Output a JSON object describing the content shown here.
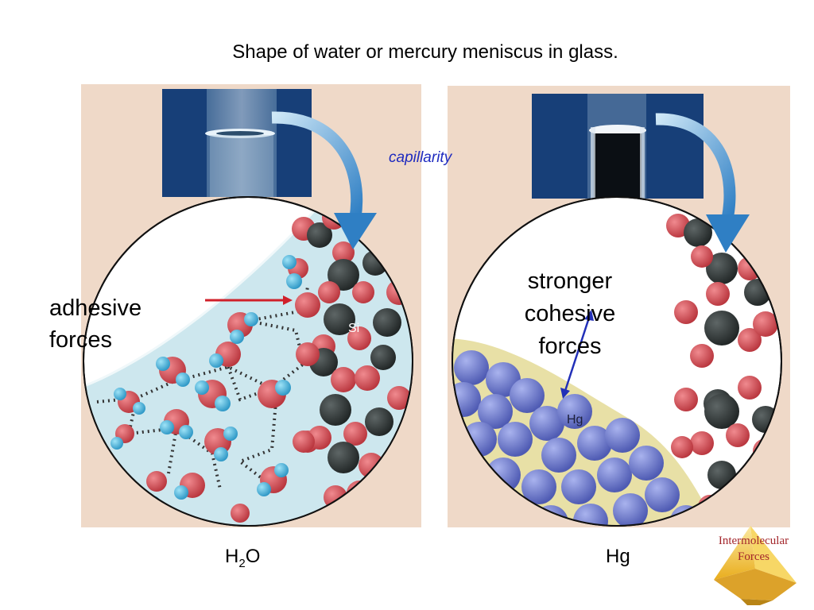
{
  "slide": {
    "title": "Shape of water or mercury meniscus in glass.",
    "capillarity_label": "capillarity",
    "adhesive_label_line1": "adhesive",
    "adhesive_label_line2": "forces",
    "cohesive_label_line1": "stronger",
    "cohesive_label_line2": "cohesive",
    "cohesive_label_line3": "forces",
    "silicon_atom_label": "Si",
    "mercury_atom_label": "Hg",
    "water_caption_main": "H",
    "water_caption_sub": "2",
    "water_caption_end": "O",
    "mercury_caption": "Hg",
    "logo_line1": "Intermolecular",
    "logo_line2": "Forces"
  },
  "colors": {
    "panel_background": "#efd9c8",
    "tube_background": "#173f78",
    "oxygen": "#d0484f",
    "hydrogen": "#3fb3de",
    "silicon": "#2e3535",
    "mercury": "#6d78c9",
    "arrow_blue": "#3b93cf",
    "adhesive_arrow": "#d0202a",
    "cohesive_arrow": "#2230b8",
    "logo_gold": "#f3c533",
    "logo_text": "#a3262b"
  }
}
